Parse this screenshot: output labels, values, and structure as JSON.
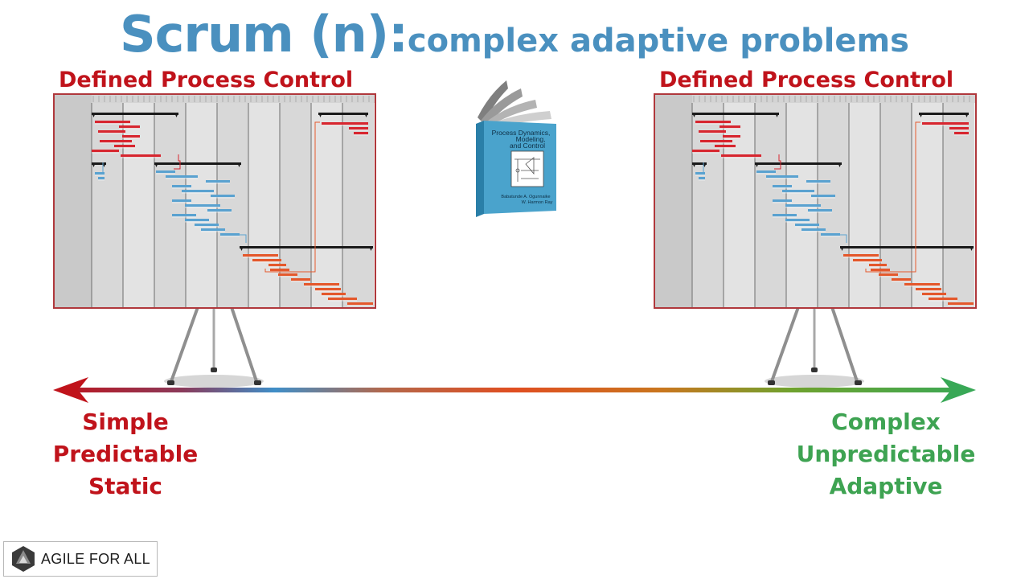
{
  "title": {
    "main": "Scrum (n):",
    "sub": "complex adaptive problems"
  },
  "left_label": "Defined Process Control",
  "right_label": "Defined Process Control",
  "left_side": [
    "Simple",
    "Predictable",
    "Static"
  ],
  "right_side": [
    "Complex",
    "Unpredictable",
    "Adaptive"
  ],
  "book": {
    "title_lines": [
      "Process Dynamics,",
      "Modeling,",
      "and Control"
    ],
    "author_lines": [
      "Babatunde A. Ogunnaike",
      "W. Harmon Ray"
    ]
  },
  "logo": {
    "text": "AGILE FOR ALL"
  },
  "colors": {
    "title": "#4a90bf",
    "red": "#c0131b",
    "green": "#3ea352",
    "blue_bar": "#5aa2d0",
    "orange_bar": "#e4582c"
  }
}
